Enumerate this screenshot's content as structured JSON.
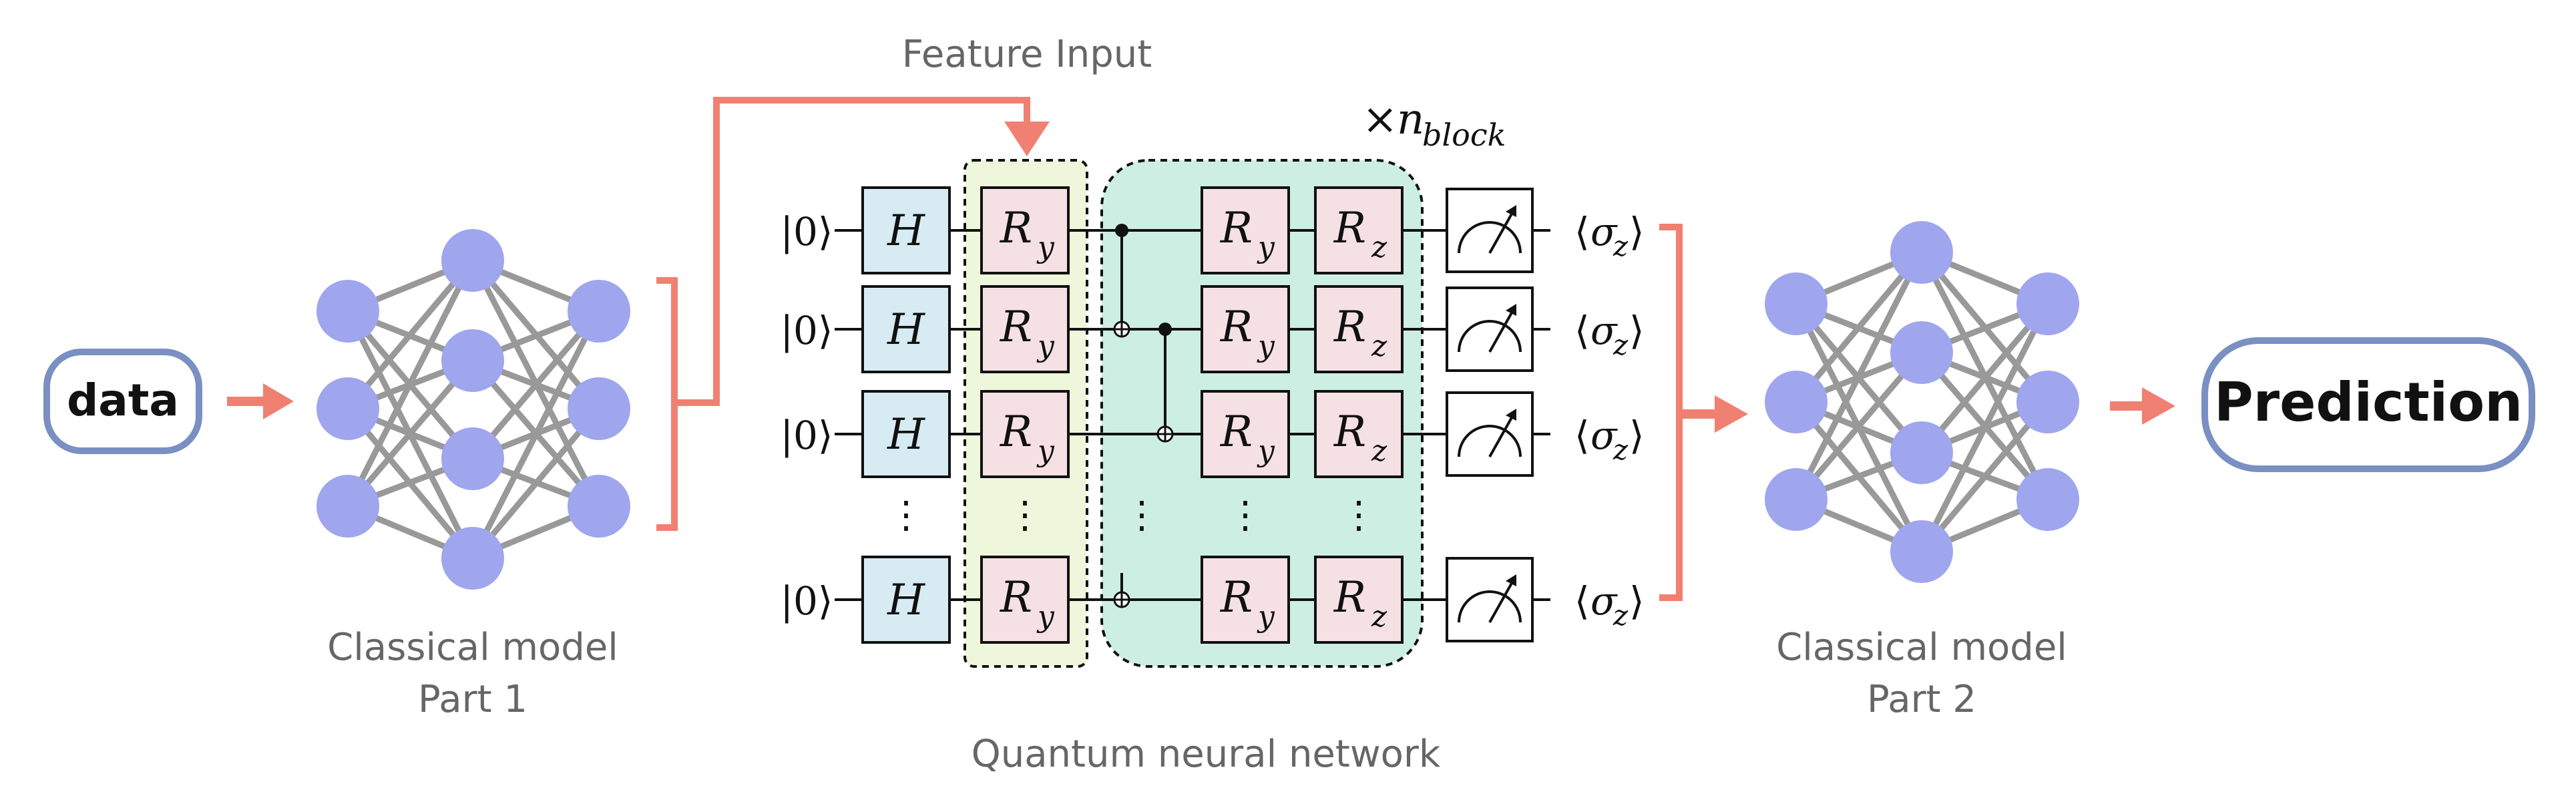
{
  "input_box": {
    "label": "data"
  },
  "output_box": {
    "label": "Prediction"
  },
  "feature_input_label": "Feature Input",
  "classical_part1": {
    "line1": "Classical model",
    "line2": "Part 1"
  },
  "classical_part2": {
    "line1": "Classical model",
    "line2": "Part 2"
  },
  "qnn_label": "Quantum neural network",
  "block_repeat": {
    "prefix": "×",
    "variable": "n",
    "subscript": "block"
  },
  "circuit": {
    "initial_state": "|0⟩",
    "hadamard": "H",
    "encoding_gate": {
      "base": "R",
      "sub": "y"
    },
    "block_gate_1": {
      "base": "R",
      "sub": "y"
    },
    "block_gate_2": {
      "base": "R",
      "sub": "z"
    },
    "measurement_output": {
      "open": "⟨",
      "sigma": "σ",
      "sub": "z",
      "close": "⟩"
    },
    "ellipsis": "⋮"
  },
  "colors": {
    "arrow": "#f08072",
    "node": "#9fa6ee",
    "hadamard_fill": "#d7ebf3",
    "rotation_fill": "#f5e1e3",
    "encoding_region": "#eef7dc",
    "block_region": "#cdeee3",
    "box_border": "#7a8fc2"
  }
}
